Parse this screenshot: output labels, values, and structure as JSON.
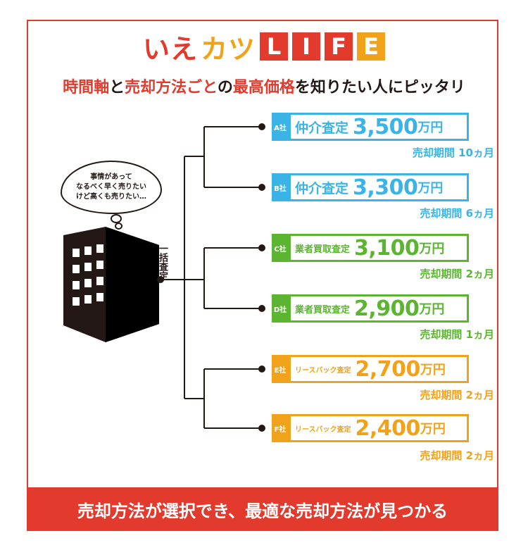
{
  "logo": {
    "part1": "いえ",
    "part2": "カツ",
    "letters": [
      {
        "char": "L",
        "color": "#e23a2c"
      },
      {
        "char": "I",
        "color": "#e23a2c"
      },
      {
        "char": "F",
        "color": "#e23a2c"
      },
      {
        "char": "E",
        "color": "#f0a21a"
      }
    ]
  },
  "subtitle": {
    "seg1": "時間軸",
    "seg2": "と",
    "seg3": "売却方法ごと",
    "seg4": "の",
    "seg5": "最高価格",
    "seg6": "を知りたい人にピッタリ"
  },
  "seller": {
    "thought_lines": [
      "事情があって",
      "なるべく早く売りたい",
      "けど高くも売りたい…"
    ],
    "ikkatsu_label": "一括査定"
  },
  "offers": [
    {
      "company": "A社",
      "method": "仲介査定",
      "amount": "3,500",
      "unit": "万円",
      "period_label": "売却期間",
      "period": "10ヵ月",
      "color": "#3ab4e6",
      "method_size": "19px"
    },
    {
      "company": "B社",
      "method": "仲介査定",
      "amount": "3,300",
      "unit": "万円",
      "period_label": "売却期間",
      "period": "6ヵ月",
      "color": "#3ab4e6",
      "method_size": "19px"
    },
    {
      "company": "C社",
      "method": "業者買取査定",
      "amount": "3,100",
      "unit": "万円",
      "period_label": "売却期間",
      "period": "2ヵ月",
      "color": "#5bb531",
      "method_size": "13px"
    },
    {
      "company": "D社",
      "method": "業者買取査定",
      "amount": "2,900",
      "unit": "万円",
      "period_label": "売却期間",
      "period": "1ヵ月",
      "color": "#5bb531",
      "method_size": "13px"
    },
    {
      "company": "E社",
      "method": "リースバック査定",
      "amount": "2,700",
      "unit": "万円",
      "period_label": "売却期間",
      "period": "2ヵ月",
      "color": "#f0a21a",
      "method_size": "10px"
    },
    {
      "company": "F社",
      "method": "リースバック査定",
      "amount": "2,400",
      "unit": "万円",
      "period_label": "売却期間",
      "period": "2ヵ月",
      "color": "#f0a21a",
      "method_size": "10px"
    }
  ],
  "footer": {
    "text": "売却方法が選択でき、最適な売却方法が見つかる"
  },
  "colors": {
    "accent_red": "#e23a2c",
    "dark": "#231815"
  }
}
